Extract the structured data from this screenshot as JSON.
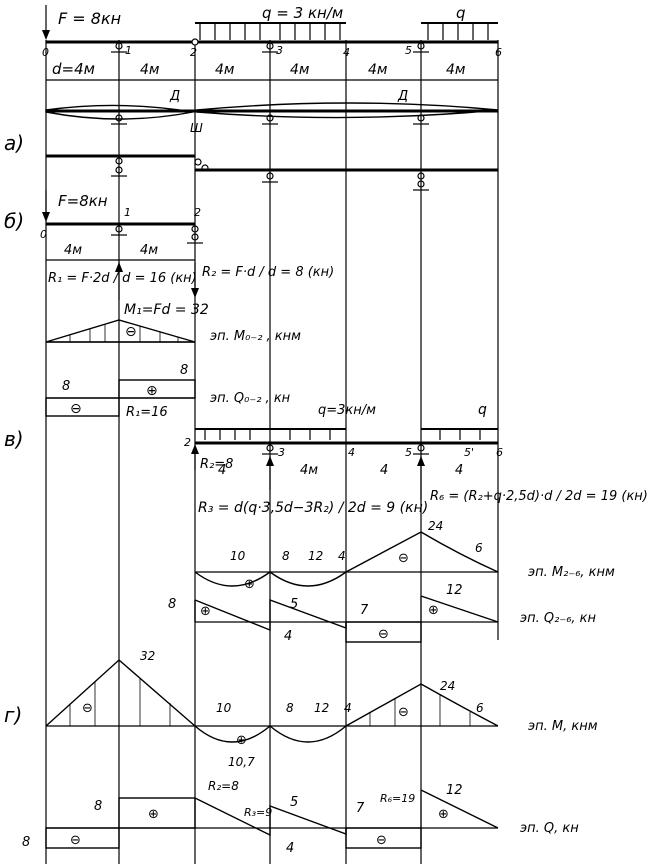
{
  "top": {
    "force": "F = 8кн",
    "load_q": "q = 3 кн/м",
    "load_q2": "q",
    "node_labels": [
      "0",
      "1",
      "2",
      "3",
      "4",
      "5",
      "6"
    ],
    "d_label": "d=4м",
    "spans": [
      "4м",
      "4м",
      "4м",
      "4м",
      "4м"
    ],
    "d_symbol": "Д",
    "hinge_label": "Ш"
  },
  "rows": {
    "a": "а)",
    "b": "б)",
    "v": "в)",
    "g": "г)"
  },
  "part_b": {
    "force": "F=8кн",
    "nodes": [
      "0",
      "1",
      "2"
    ],
    "spans": [
      "4м",
      "4м"
    ],
    "r1": "R₁ = F·2d / d = 16 (кн)",
    "r2": "R₂ = F·d / d = 8 (кн)",
    "m1": "M₁=Fd = 32",
    "m_title": "эп. M₀₋₂ , кнм",
    "q_title": "эп. Q₀₋₂ , кн",
    "q_left": "8",
    "q_right": "8",
    "q_r1": "R₁=16"
  },
  "part_v": {
    "load_q": "q=3кн/м",
    "load_q2": "q",
    "nodes": [
      "2",
      "3",
      "4",
      "5",
      "5'",
      "6"
    ],
    "spans": [
      "4",
      "4м",
      "4",
      "4"
    ],
    "r2": "R₂=8",
    "r3": "R₃ = d(q·3,5d−3R₂) / 2d = 9 (кн)",
    "r6": "R₆ = (R₂+q·2,5d)·d / 2d = 19 (кн)",
    "m_title": "эп. M₂₋₆, кнм",
    "q_title": "эп. Q₂₋₆, кн",
    "m_values": [
      "10",
      "8",
      "12",
      "4",
      "24",
      "6"
    ],
    "q_values": [
      "8",
      "5",
      "4",
      "7",
      "12"
    ]
  },
  "part_g": {
    "m_title": "эп. M, кнм",
    "q_title": "эп. Q, кн",
    "m_values": [
      "32",
      "10",
      "8",
      "12",
      "4",
      "24",
      "6",
      "10,7"
    ],
    "q_values": [
      "8",
      "8",
      "R₂=8",
      "R₃=9",
      "5",
      "4",
      "7",
      "R₆=19",
      "12"
    ]
  },
  "signs": {
    "plus": "⊕",
    "minus": "⊖"
  }
}
